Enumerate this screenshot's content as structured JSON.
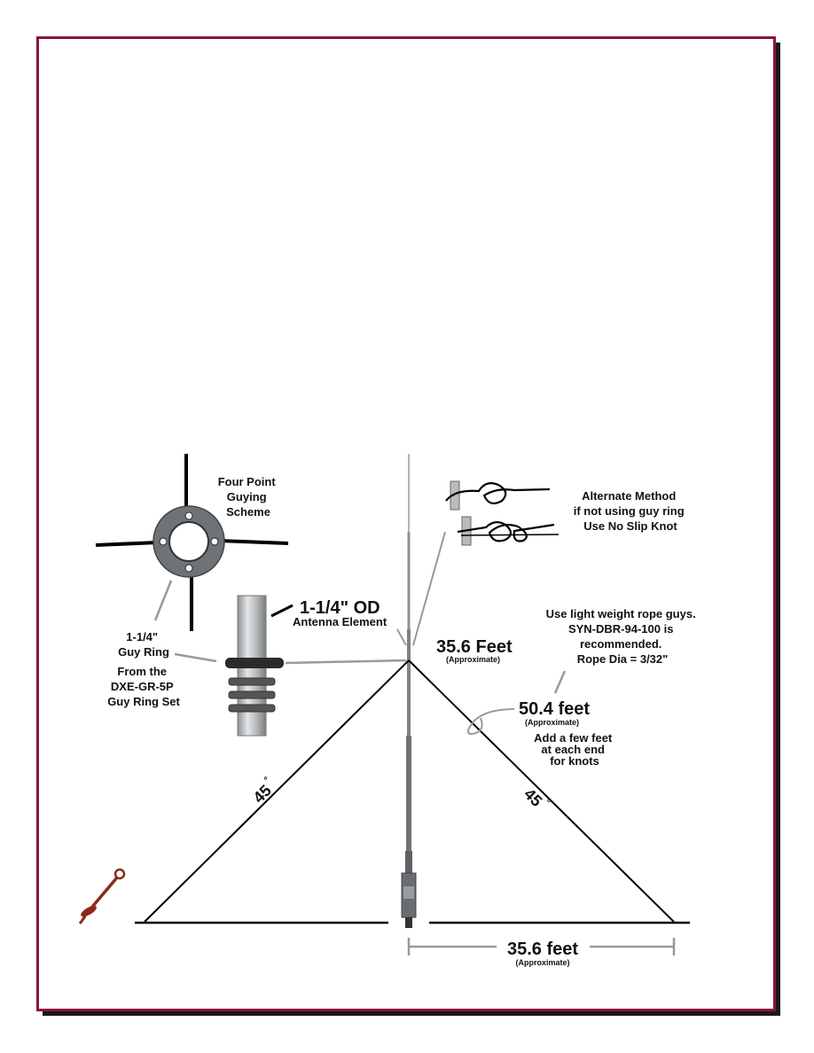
{
  "guying": {
    "title": [
      "Four Point",
      "Guying",
      "Scheme"
    ],
    "ring_label": [
      "1-1/4\"",
      "Guy Ring"
    ],
    "ring_source": [
      "From the",
      "DXE-GR-5P",
      "Guy Ring Set"
    ]
  },
  "element": {
    "od": "1-1/4\" OD",
    "name": "Antenna Element"
  },
  "alternate": [
    "Alternate Method",
    "if not using guy ring",
    "Use No Slip Knot"
  ],
  "height": {
    "value": "35.6 Feet",
    "note": "(Approximate)"
  },
  "rope_note": [
    "Use light weight rope guys.",
    "SYN-DBR-94-100 is",
    "recommended.",
    "Rope Dia = 3/32\""
  ],
  "guy_length": {
    "value": "50.4 feet",
    "note": "(Approximate)",
    "extra": [
      "Add a few feet",
      "at each end",
      "for knots"
    ]
  },
  "angles": {
    "left": "45",
    "right": "45",
    "unit": "°"
  },
  "base": {
    "value": "35.6 feet",
    "note": "(Approximate)"
  },
  "colors": {
    "frame": "#8a1538",
    "anchor": "#8b2a1a",
    "ring": "#6e7378"
  }
}
